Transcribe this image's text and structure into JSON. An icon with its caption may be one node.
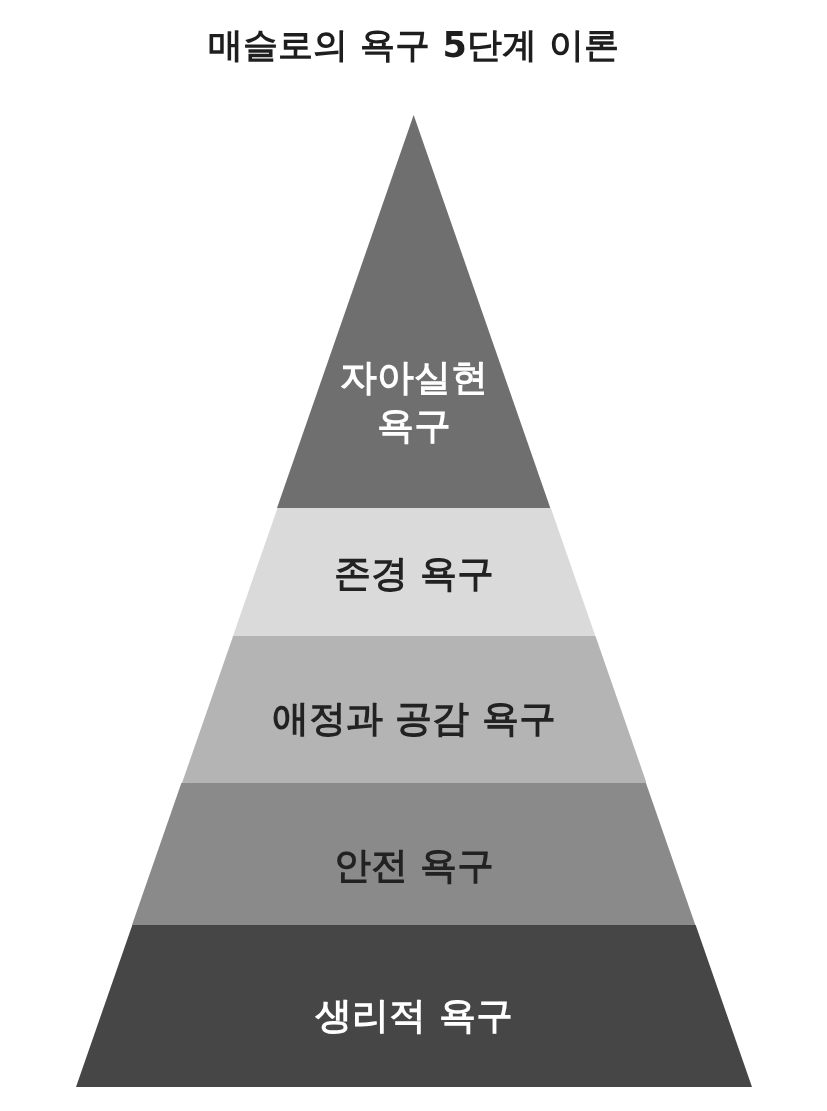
{
  "diagram": {
    "title": "매슬로의 욕구 5단계 이론",
    "nodes": [
      {
        "text": [
          "자아실현 욕구"
        ]
      },
      {
        "text": [
          "존경 욕구"
        ]
      },
      {
        "text": [
          "애정과 공감 욕구"
        ]
      },
      {
        "text": [
          "안전 욕구"
        ]
      },
      {
        "text": [
          "생리적 욕구"
        ]
      }
    ]
  }
}
